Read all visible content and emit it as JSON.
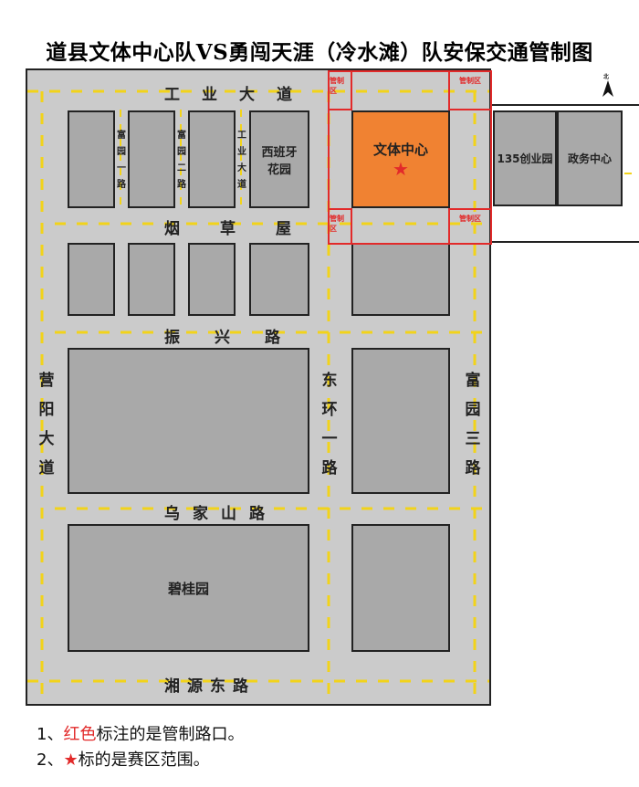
{
  "title": "道县文体中心队VS勇闯天涯（冷水滩）队安保交通管制图",
  "north_label": "北",
  "roads": {
    "gongye": "工业大道",
    "yancaowu": "烟草屋",
    "zhenxing": "振兴路",
    "wujiashan": "乌家山路",
    "xiangyuan_east": "湘源东路",
    "yingyang": "营阳大道",
    "donghuan1": "东环一路",
    "fuyuan3": "富园三路",
    "fuyuan1": "富园一路",
    "fuyuan2": "富园二路",
    "gongye_small": "工业大道"
  },
  "places": {
    "xibanya_line1": "西班牙",
    "xibanya_line2": "花园",
    "wenti": "文体中心",
    "star": "★",
    "chuangye": "135创业园",
    "zhengwu": "政务中心",
    "biguiyuan": "碧桂园"
  },
  "control_zone_label": "管制区",
  "legend": {
    "l1_prefix": "1、",
    "l1_red": "红色",
    "l1_rest": "标注的是管制路口。",
    "l2_prefix": "2、",
    "l2_star": "★",
    "l2_rest": "标的是赛区范围。"
  },
  "colors": {
    "block": "#a9a9a9",
    "road": "#cbcbcb",
    "accent": "#f08232",
    "control": "#e22a2a",
    "lane": "#f2d31a"
  }
}
